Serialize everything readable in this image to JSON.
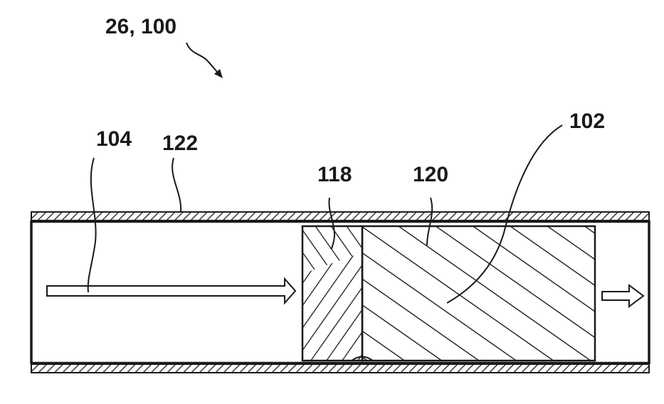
{
  "figure": {
    "labels": {
      "assembly": "26, 100",
      "inlet_flow": "104",
      "outer_tube": "122",
      "first_segment": "118",
      "second_segment": "120",
      "device": "102"
    }
  }
}
